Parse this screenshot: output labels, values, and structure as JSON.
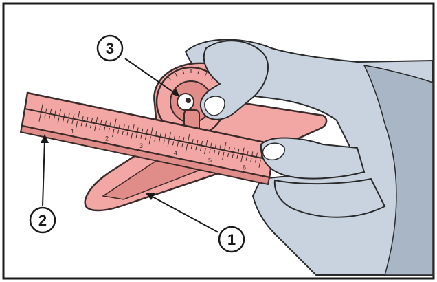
{
  "colors": {
    "background": "#ffffff",
    "frame": "#1a1a1a",
    "tool_fill": "#f2a7a4",
    "tool_shade": "#e08c88",
    "tool_line": "#3a2a2a",
    "hand_fill": "#c8d3df",
    "hand_shade": "#a9b6c5",
    "hand_line": "#2a2a2a"
  },
  "icons": {
    "tool": "combination-square-protractor-head",
    "hand": "hand"
  },
  "callouts": [
    {
      "id": "callout-1",
      "label": "1"
    },
    {
      "id": "callout-2",
      "label": "2"
    },
    {
      "id": "callout-3",
      "label": "3"
    }
  ],
  "rule_numbers": [
    "1",
    "2",
    "3",
    "4",
    "5",
    "6"
  ]
}
